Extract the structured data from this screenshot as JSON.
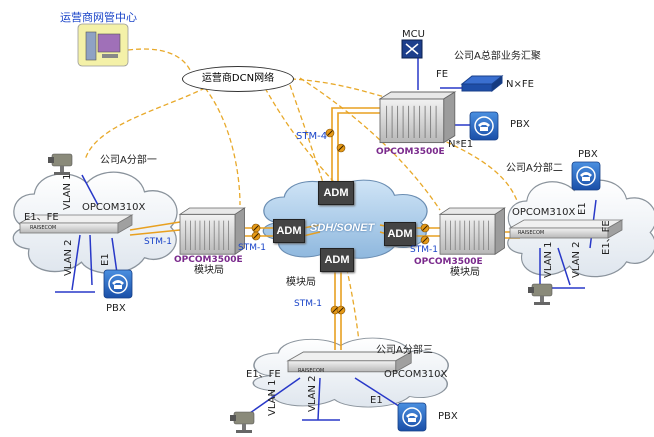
{
  "nms": {
    "title": "运营商网管中心"
  },
  "dcn": {
    "label": "运营商DCN网络"
  },
  "core": {
    "label": "SDH/SONET"
  },
  "hq": {
    "title": "公司A总部业务汇聚",
    "mcu": "MCU",
    "fe": "FE",
    "nxfe": "N×FE",
    "pbx": "PBX",
    "ne1": "N*E1",
    "device": "OPCOM3500E",
    "stm": "STM-4"
  },
  "branch1": {
    "title": "公司A分部一",
    "device": "OPCOM310X",
    "vlan1": "VLAN 1",
    "vlan2": "VLAN 2",
    "e1fe": "E1、FE",
    "e1": "E1",
    "pbx": "PBX",
    "brand": "RAISECOM"
  },
  "branch2": {
    "title": "公司A分部二",
    "device": "OPCOM310X",
    "vlan1": "VLAN 1",
    "vlan2": "VLAN 2",
    "e1fe": "E1、FE",
    "e1": "E1",
    "pbx": "PBX",
    "brand": "RAISECOM"
  },
  "branch3": {
    "title": "公司A分部三",
    "device": "OPCOM310X",
    "vlan1": "VLAN 1",
    "vlan2": "VLAN 2",
    "e1fe": "E1、FE",
    "e1": "E1",
    "pbx": "PBX",
    "brand": "RAISECOM"
  },
  "left_office": {
    "device": "OPCOM3500E",
    "module": "模块局",
    "stm": "STM-1"
  },
  "right_office": {
    "device": "OPCOM3500E",
    "module": "模块局",
    "stm": "STM-1"
  },
  "bottom_office": {
    "module": "模块局",
    "stm": "STM-1"
  },
  "adm": {
    "label": "ADM"
  }
}
